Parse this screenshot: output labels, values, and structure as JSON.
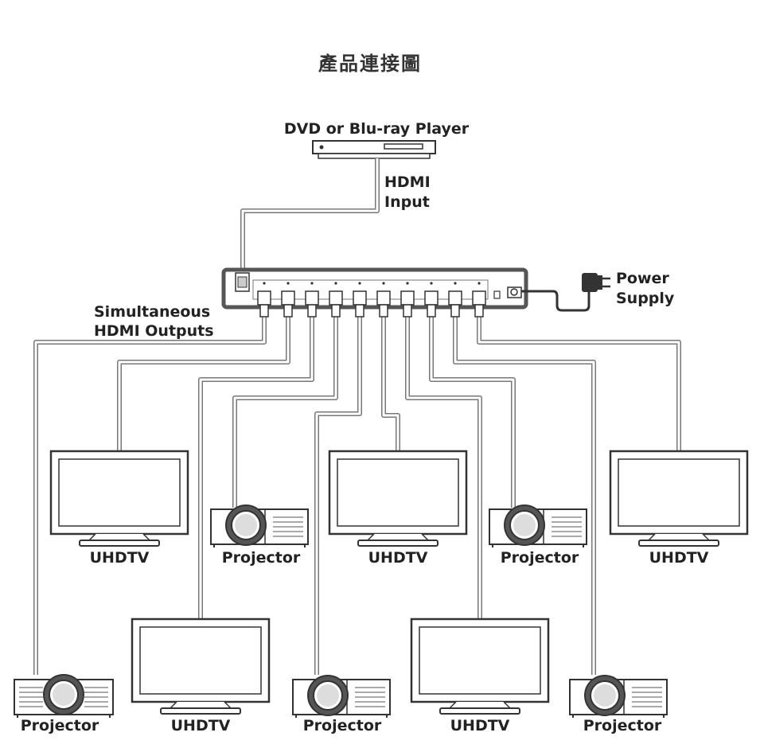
{
  "title": "產品連接圖",
  "source": {
    "name": "DVD or Blu-ray Player",
    "cable_label_line1": "HDMI",
    "cable_label_line2": "Input"
  },
  "power": {
    "label_line1": "Power",
    "label_line2": "Supply"
  },
  "outputs_label": {
    "line1": "Simultaneous",
    "line2": "HDMI Outputs"
  },
  "devices": [
    {
      "type": "projector",
      "label": "Projector"
    },
    {
      "type": "tv",
      "label": "UHDTV"
    },
    {
      "type": "tv",
      "label": "UHDTV"
    },
    {
      "type": "projector",
      "label": "Projector"
    },
    {
      "type": "projector",
      "label": "Projector"
    },
    {
      "type": "tv",
      "label": "UHDTV"
    },
    {
      "type": "tv",
      "label": "UHDTV"
    },
    {
      "type": "projector",
      "label": "Projector"
    },
    {
      "type": "projector",
      "label": "Projector"
    },
    {
      "type": "tv",
      "label": "UHDTV"
    }
  ],
  "colors": {
    "outline": "#333333",
    "cable": "#777777",
    "label": "#222222",
    "background": "#ffffff"
  }
}
